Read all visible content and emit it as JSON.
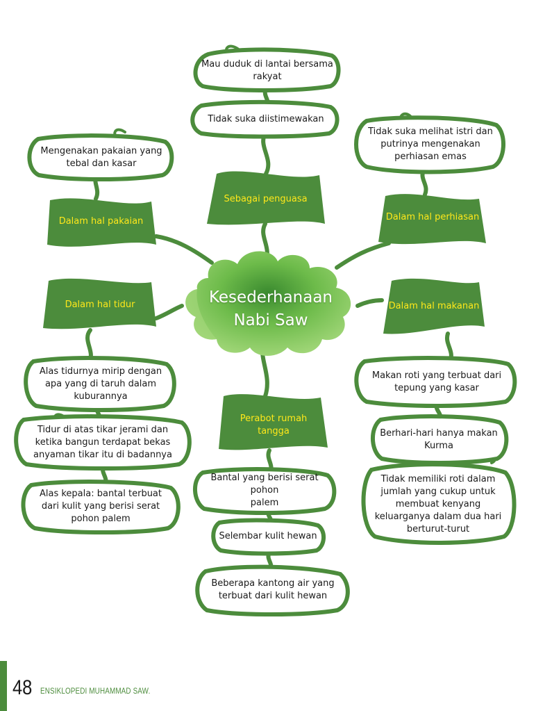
{
  "center": {
    "title": "Kesederhanaan\nNabi Saw"
  },
  "categories": {
    "penguasa": "Sebagai penguasa",
    "pakaian": "Dalam hal pakaian",
    "perhiasan": "Dalam hal perhiasan",
    "tidur": "Dalam hal tidur",
    "makanan": "Dalam hal makanan",
    "perabot": "Perabot rumah\ntangga"
  },
  "items": {
    "penguasa_1": "Mau duduk di lantai bersama\nrakyat",
    "penguasa_2": "Tidak suka diistimewakan",
    "pakaian_1": "Mengenakan pakaian yang\ntebal dan kasar",
    "perhiasan_1": "Tidak suka melihat istri dan\nputrinya mengenakan\nperhiasan emas",
    "tidur_1": "Alas tidurnya mirip dengan\napa yang di taruh dalam\nkuburannya",
    "tidur_2": "Tidur di atas tikar jerami dan\nketika bangun terdapat bekas\nanyaman tikar itu di badannya",
    "tidur_3": "Alas kepala: bantal terbuat\ndari kulit yang berisi serat\npohon palem",
    "makanan_1": "Makan roti yang terbuat dari\ntepung yang kasar",
    "makanan_2": "Berhari-hari hanya makan\nKurma",
    "makanan_3": "Tidak memiliki roti dalam\njumlah yang cukup untuk\nmembuat kenyang\nkeluarganya dalam dua hari\nberturut-turut",
    "perabot_1": "Bantal yang berisi serat pohon\npalem",
    "perabot_2": "Selembar kulit hewan",
    "perabot_3": "Beberapa kantong air yang\nterbuat dari kulit hewan"
  },
  "footer": {
    "page_number": "48",
    "book_title": "ENSIKLOPEDI MUHAMMAD SAW."
  },
  "colors": {
    "vine": "#4c8c3c",
    "banner": "#4c8c3c",
    "banner_text": "#ffe81a",
    "cloud_light": "#9fd67a",
    "cloud_dark": "#3f8f35"
  }
}
